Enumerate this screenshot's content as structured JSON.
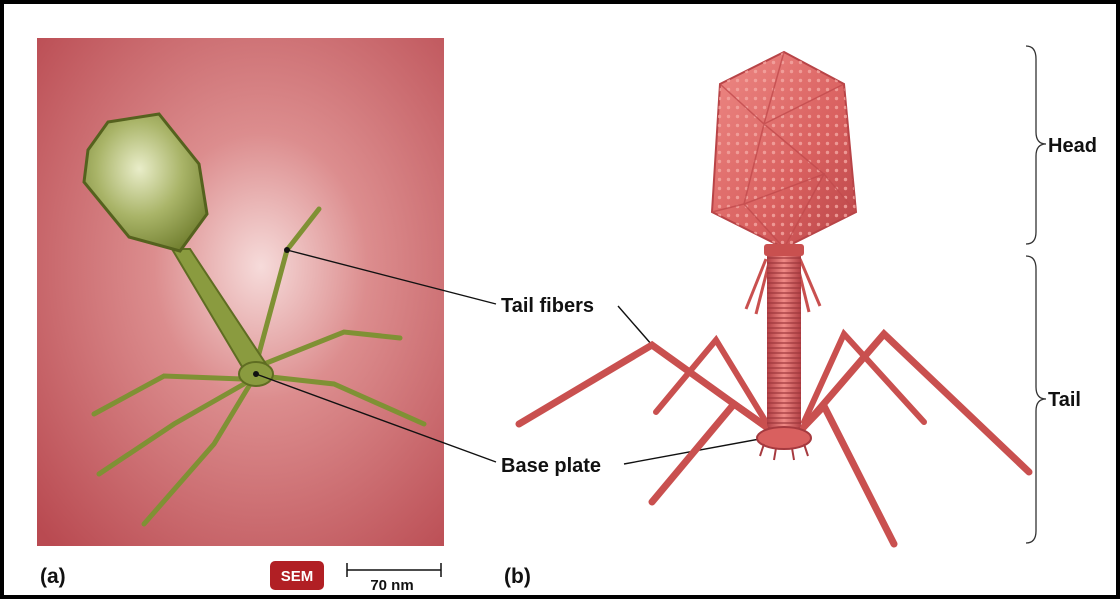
{
  "panels": {
    "a": {
      "label": "(a)",
      "badge": "SEM",
      "scale_bar": "70 nm"
    },
    "b": {
      "label": "(b)"
    }
  },
  "callouts": {
    "tail_fibers": "Tail fibers",
    "base_plate": "Base plate",
    "head": "Head",
    "tail": "Tail"
  },
  "colors": {
    "micrograph_bg": "#c9585e",
    "phage_green": "#7f9134",
    "model_red": "#d8575a",
    "badge": "#b11f24"
  }
}
